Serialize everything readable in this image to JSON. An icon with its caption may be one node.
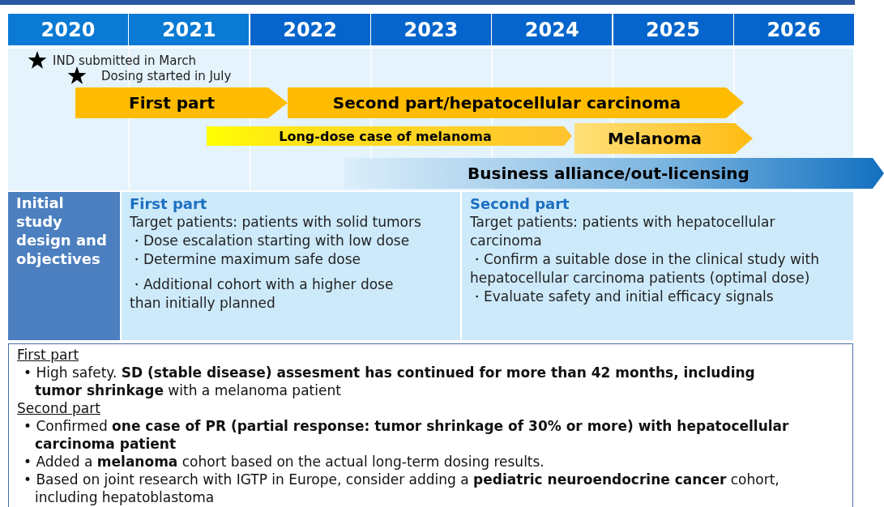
{
  "diagram": {
    "nodes": [
      {
        "text": [
          "2020"
        ]
      },
      {
        "text": [
          "2021"
        ]
      },
      {
        "text": [
          "2022"
        ]
      },
      {
        "text": [
          "2023"
        ]
      },
      {
        "text": [
          "2024"
        ]
      },
      {
        "text": [
          "2025"
        ]
      },
      {
        "text": [
          "2026"
        ]
      },
      {
        "text": [
          "First part"
        ]
      },
      {
        "text": [
          "Second part/hepatocellular carcinoma"
        ]
      },
      {
        "text": [
          "Long-dose case of melanoma"
        ]
      },
      {
        "text": [
          "Melanoma"
        ]
      },
      {
        "text": [
          "Business alliance/out-licensing"
        ]
      },
      {
        "text": [
          "Initial study design and objectives"
        ]
      },
      {
        "text": [
          "First part",
          "Target patients: patients with solid tumors",
          "・Dose escalation starting with low dose",
          "・Determine maximum safe dose",
          "・Additional cohort with a higher dose than initially planned"
        ]
      },
      {
        "text": [
          "Second part",
          "Target patients: patients with hepatocellular carcinoma",
          "・Confirm a suitable dose in the clinical study with hepatocellular carcinoma patients (optimal dose)",
          "・Evaluate safety and initial efficacy signals"
        ]
      },
      {
        "text": [
          "First part",
          "• High safety. **SD (stable disease) assesment has continued for more than 42 months, including tumor shrinkage** with a melanoma patient",
          "Second part",
          "• Confirmed **one case of PR (partial response: tumor shrinkage of 30% or more) with hepatocellular carcinoma patient**",
          "• Added a **melanoma** cohort based on the actual long-term dosing results.",
          "• Based on joint research with IGTP in Europe, consider adding a **pediatric neuroendocrine cancer** cohort, including hepatoblastoma"
        ]
      }
    ],
    "edges": [],
    "labels": [
      "IND submitted in March",
      "Dosing started in July"
    ]
  }
}
